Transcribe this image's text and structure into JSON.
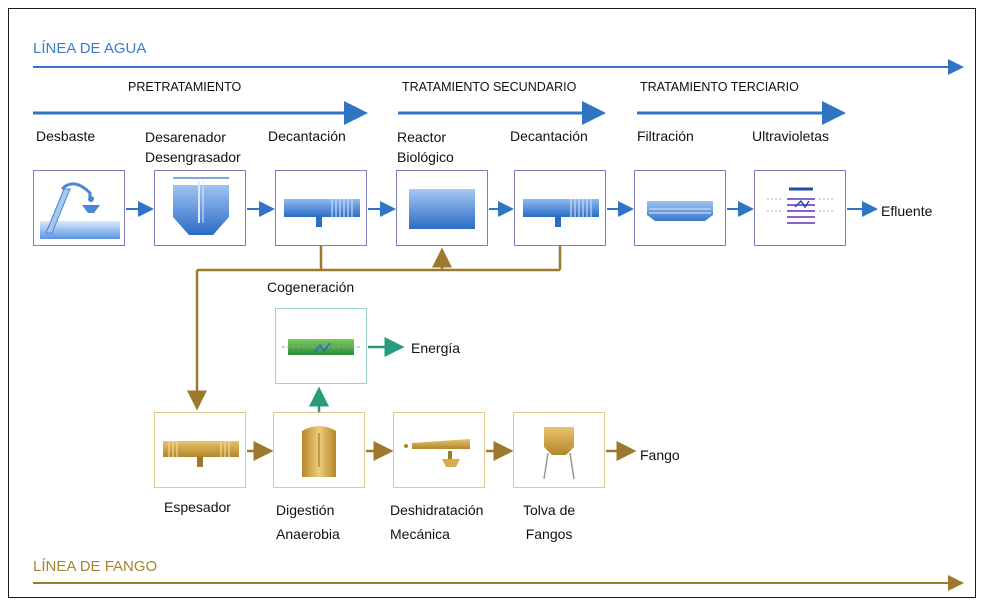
{
  "colors": {
    "water": "#2f75c4",
    "sludge": "#9b7a2e",
    "energy": "#2a9a7e",
    "water_title": "#3a7fc8",
    "sludge_title": "#a8842e"
  },
  "water_line": {
    "title": "LÍNEA DE AGUA",
    "sections": [
      "PRETRATAMIENTO",
      "TRATAMIENTO SECUNDARIO",
      "TRATAMIENTO TERCIARIO"
    ],
    "stages": [
      {
        "label": "Desbaste",
        "icon": "bar-screen-icon"
      },
      {
        "label": "Desarenador\nDesengrasador",
        "icon": "grit-grease-tank-icon"
      },
      {
        "label": "Decantación",
        "icon": "primary-clarifier-icon"
      },
      {
        "label": "Reactor\nBiológico",
        "icon": "biological-reactor-icon"
      },
      {
        "label": "Decantación",
        "icon": "secondary-clarifier-icon"
      },
      {
        "label": "Filtración",
        "icon": "filter-icon"
      },
      {
        "label": "Ultravioletas",
        "icon": "uv-disinfection-icon"
      }
    ],
    "output": "Efluente"
  },
  "cogeneration": {
    "label": "Cogeneración",
    "output": "Energía",
    "icon": "cogeneration-engine-icon"
  },
  "sludge_line": {
    "title": "LÍNEA DE FANGO",
    "stages": [
      {
        "label": "Espesador",
        "icon": "thickener-icon"
      },
      {
        "label": "Digestión\nAnaerobia",
        "icon": "digester-icon"
      },
      {
        "label": "Deshidratación\nMecánica",
        "icon": "dewatering-icon"
      },
      {
        "label": "Tolva de\nFangos",
        "icon": "sludge-hopper-icon"
      }
    ],
    "output": "Fango"
  }
}
